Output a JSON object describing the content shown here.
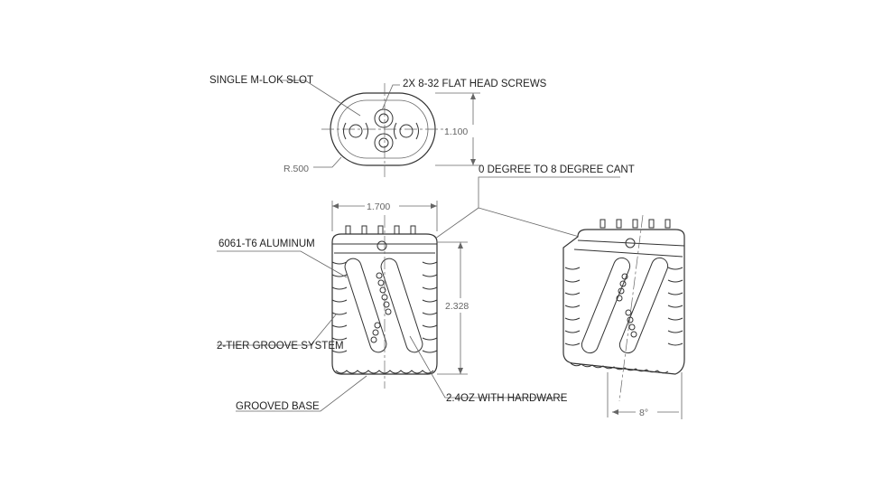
{
  "callouts": {
    "single_mlok_slot": "SINGLE M-LOK SLOT",
    "flat_head_screws": "2X 8-32 FLAT HEAD SCREWS",
    "cant": "0 DEGREE TO 8 DEGREE CANT",
    "aluminum": "6061-T6 ALUMINUM",
    "groove_system": "2-TIER GROOVE SYSTEM",
    "grooved_base": "GROOVED BASE",
    "weight": "2.4OZ WITH HARDWARE"
  },
  "dimensions": {
    "height_top_view": "1.100",
    "radius": "R.500",
    "width": "1.700",
    "height": "2.328",
    "angle": "8°"
  }
}
